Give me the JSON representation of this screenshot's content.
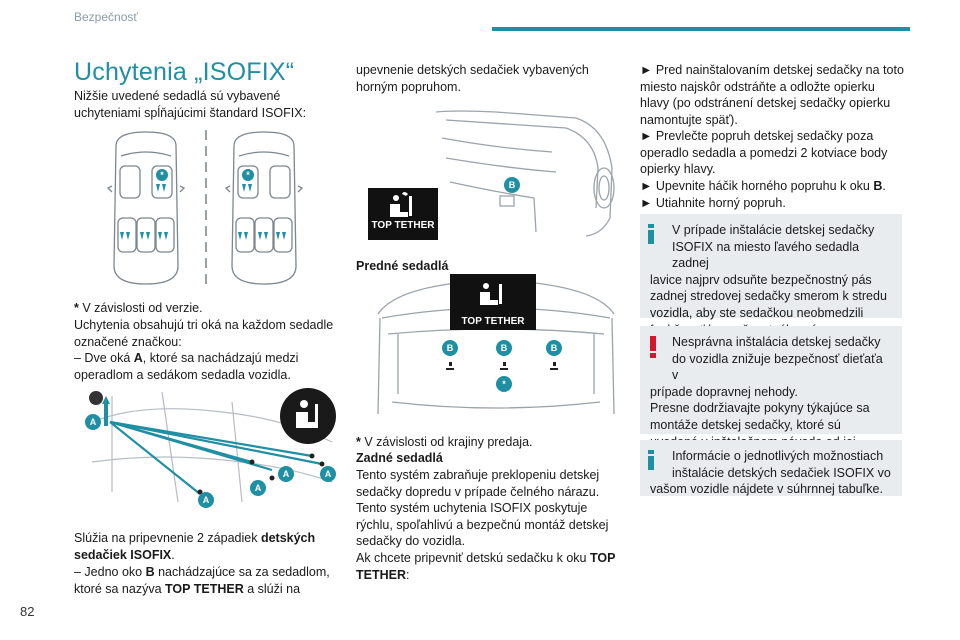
{
  "header": {
    "section": "Bezpečnosť",
    "page_number": "82"
  },
  "col1": {
    "title": "Uchytenia „ISOFIX“",
    "intro": "Nižšie uvedené sedadlá sú vybavené uchyteniami spĺňajúcimi štandard ISOFIX:",
    "note_star": "*",
    "note": "V závislosti od verzie.",
    "p1": "Uchytenia obsahujú tri oká na každom sedadle označené značkou:",
    "p2_a": "– Dve oká ",
    "p2_b": "A",
    "p2_c": ", ktoré sa nachádzajú medzi operadlom a sedákom sedadla vozidla.",
    "p3_a": "Slúžia na pripevnenie 2 západiek ",
    "p3_b": "detských sedačiek ISOFIX",
    "p3_c": ".",
    "p4_a": "– Jedno oko ",
    "p4_b": "B",
    "p4_c": " nachádzajúce sa za sedadlom, ktoré sa nazýva ",
    "p4_d": "TOP TETHER",
    "p4_e": " a slúži na"
  },
  "col2": {
    "p1": "upevnenie detských sedačiek vybavených horným popruhom.",
    "label_top_tether": "TOP TETHER",
    "label_top_tether2": "TOP TETHER",
    "sub_heading": "Predné sedadlá",
    "note_star": "*",
    "note": "V závislosti od krajiny predaja.",
    "sub_heading2": "Zadné sedadlá",
    "p2": "Tento systém zabraňuje preklopeniu detskej sedačky dopredu v prípade čelného nárazu.",
    "p3": "Tento systém uchytenia ISOFIX poskytuje rýchlu, spoľahlivú a bezpečnú montáž detskej sedačky do vozidla.",
    "p4_a": "Ak chcete pripevniť detskú sedačku k oku ",
    "p4_b": "TOP TETHER",
    "p4_c": ":"
  },
  "col3": {
    "s1": "► Pred nainštalovaním detskej sedačky na toto miesto najskôr odstráňte a odložte opierku hlavy (po odstránení detskej sedačky opierku namontujte späť).",
    "s2": "► Prevlečte popruh detskej sedačky poza operadlo sedadla a pomedzi 2 kotviace body opierky hlavy.",
    "s3_a": "► Upevnite háčik horného popruhu k oku ",
    "s3_b": "B",
    "s3_c": ".",
    "s4": "► Utiahnite horný popruh.",
    "info1_first": "V prípade inštalácie detskej sedačky ISOFIX na miesto ľavého sedadla zadnej",
    "info1_rest": "lavice najprv odsuňte bezpečnostný pás zadnej stredovej sedačky smerom k stredu vozidla, aby ste sedačkou neobmedzili funkčnosť bezpečnostného pásu.",
    "warn_first": "Nesprávna inštalácia detskej sedačky do vozidla znižuje bezpečnosť dieťaťa v",
    "warn_rest": "prípade dopravnej nehody.",
    "warn_p2": "Presne dodržiavajte pokyny týkajúce sa montáže detskej sedačky, ktoré sú uvedené v inštalačnom návode od jej výrobcu.",
    "info2_first": "Informácie o jednotlivých možnostiach inštalácie detských sedačiek ISOFIX vo",
    "info2_rest": "vašom vozidle nájdete v súhrnnej tabuľke."
  },
  "labels": {
    "badge_a": "A",
    "badge_b": "B",
    "star": "*"
  },
  "colors": {
    "accent": "#1f8fa3",
    "warning": "#d6162c",
    "box_bg": "#e9ecef"
  }
}
